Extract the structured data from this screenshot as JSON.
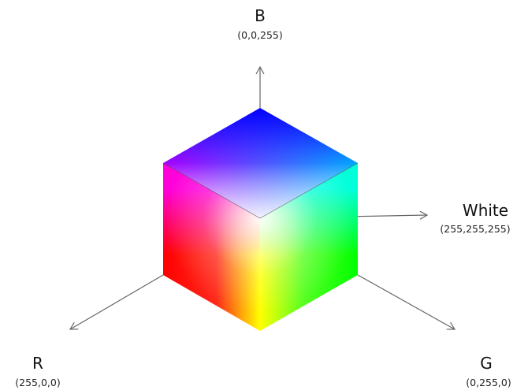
{
  "axes": {
    "b": {
      "label": "B",
      "coords": "(0,0,255)"
    },
    "white": {
      "label": "White",
      "coords": "(255,255,255)"
    },
    "r": {
      "label": "R",
      "coords": "(255,0,0)"
    },
    "g": {
      "label": "G",
      "coords": "(0,255,0)"
    }
  },
  "colors": {
    "red": "#ff0000",
    "green": "#00ff00",
    "blue": "#0000ff",
    "white": "#ffffff",
    "yellow": "#ffff00",
    "cyan": "#00ffff",
    "magenta": "#ff00ff",
    "axis_line": "#666666"
  }
}
